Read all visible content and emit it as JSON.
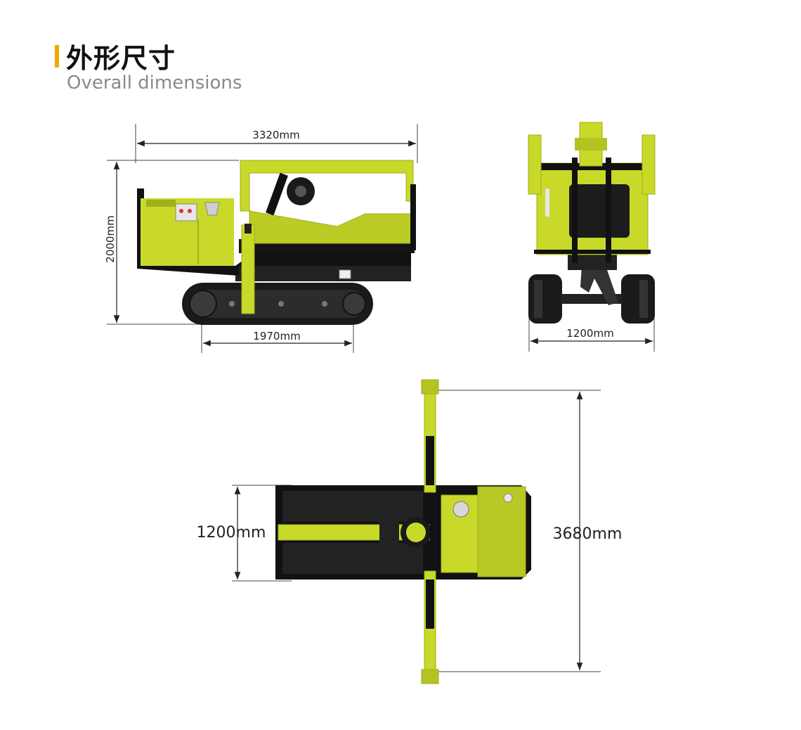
{
  "header": {
    "title_cn": "外形尺寸",
    "title_en": "Overall dimensions",
    "accent_color": "#f0a800"
  },
  "colors": {
    "machine_yellow": "#c8d92a",
    "machine_dark_yellow": "#9fae1a",
    "machine_black": "#1a1a1a",
    "dim_line": "#222222"
  },
  "side_view": {
    "length_label": "3320mm",
    "height_label": "2000mm",
    "track_label": "1970mm"
  },
  "front_view": {
    "width_label": "1200mm"
  },
  "top_view": {
    "width_label": "1200mm",
    "span_label": "3680mm"
  }
}
